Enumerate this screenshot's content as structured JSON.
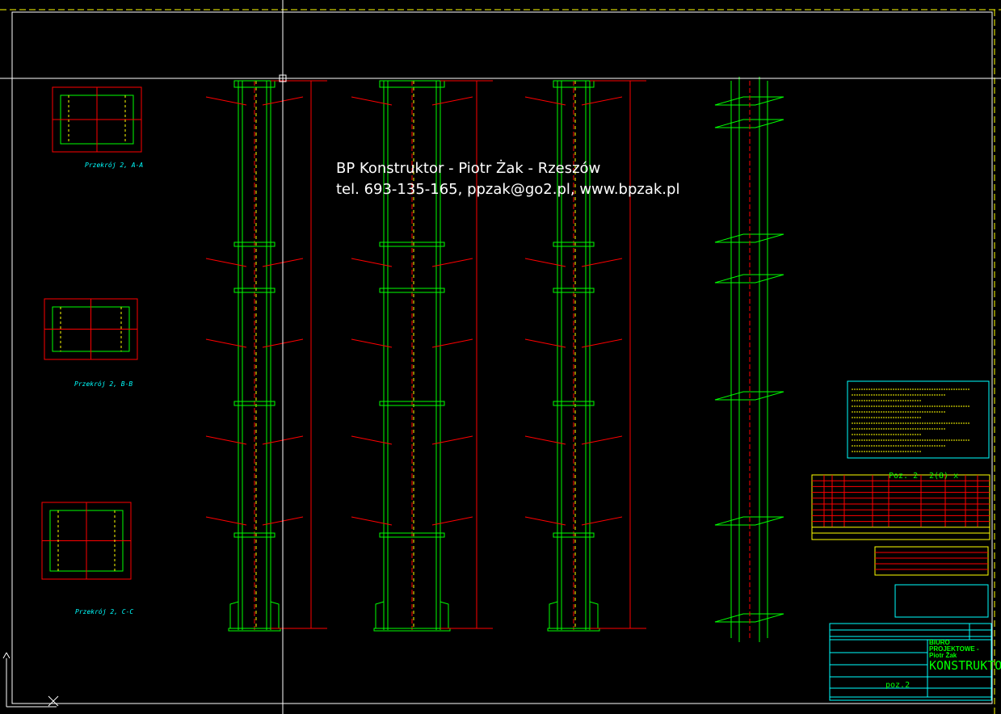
{
  "watermark": {
    "line1": "BP Konstruktor - Piotr Żak - Rzeszów",
    "line2": "tel. 693-135-165, ppzak@go2.pl, www.bpzak.pl"
  },
  "sections": {
    "aa": "Przekrój 2, A-A",
    "bb": "Przekrój 2, B-B",
    "cc": "Przekrój 2, C-C"
  },
  "table": {
    "caption_pos": "Poz. 2",
    "caption_qty": "2(8) x"
  },
  "title_block": {
    "office": "BIURO PROJEKTOWE - Piotr Żak",
    "brand": "KONSTRUKTOR",
    "drawing_no": "poz.2"
  },
  "colors": {
    "background": "#000000",
    "steel": "#00ff00",
    "dimension": "#ff0000",
    "hidden": "#ffff00",
    "frame": "#00ffff",
    "crosshair": "#ffffff"
  }
}
